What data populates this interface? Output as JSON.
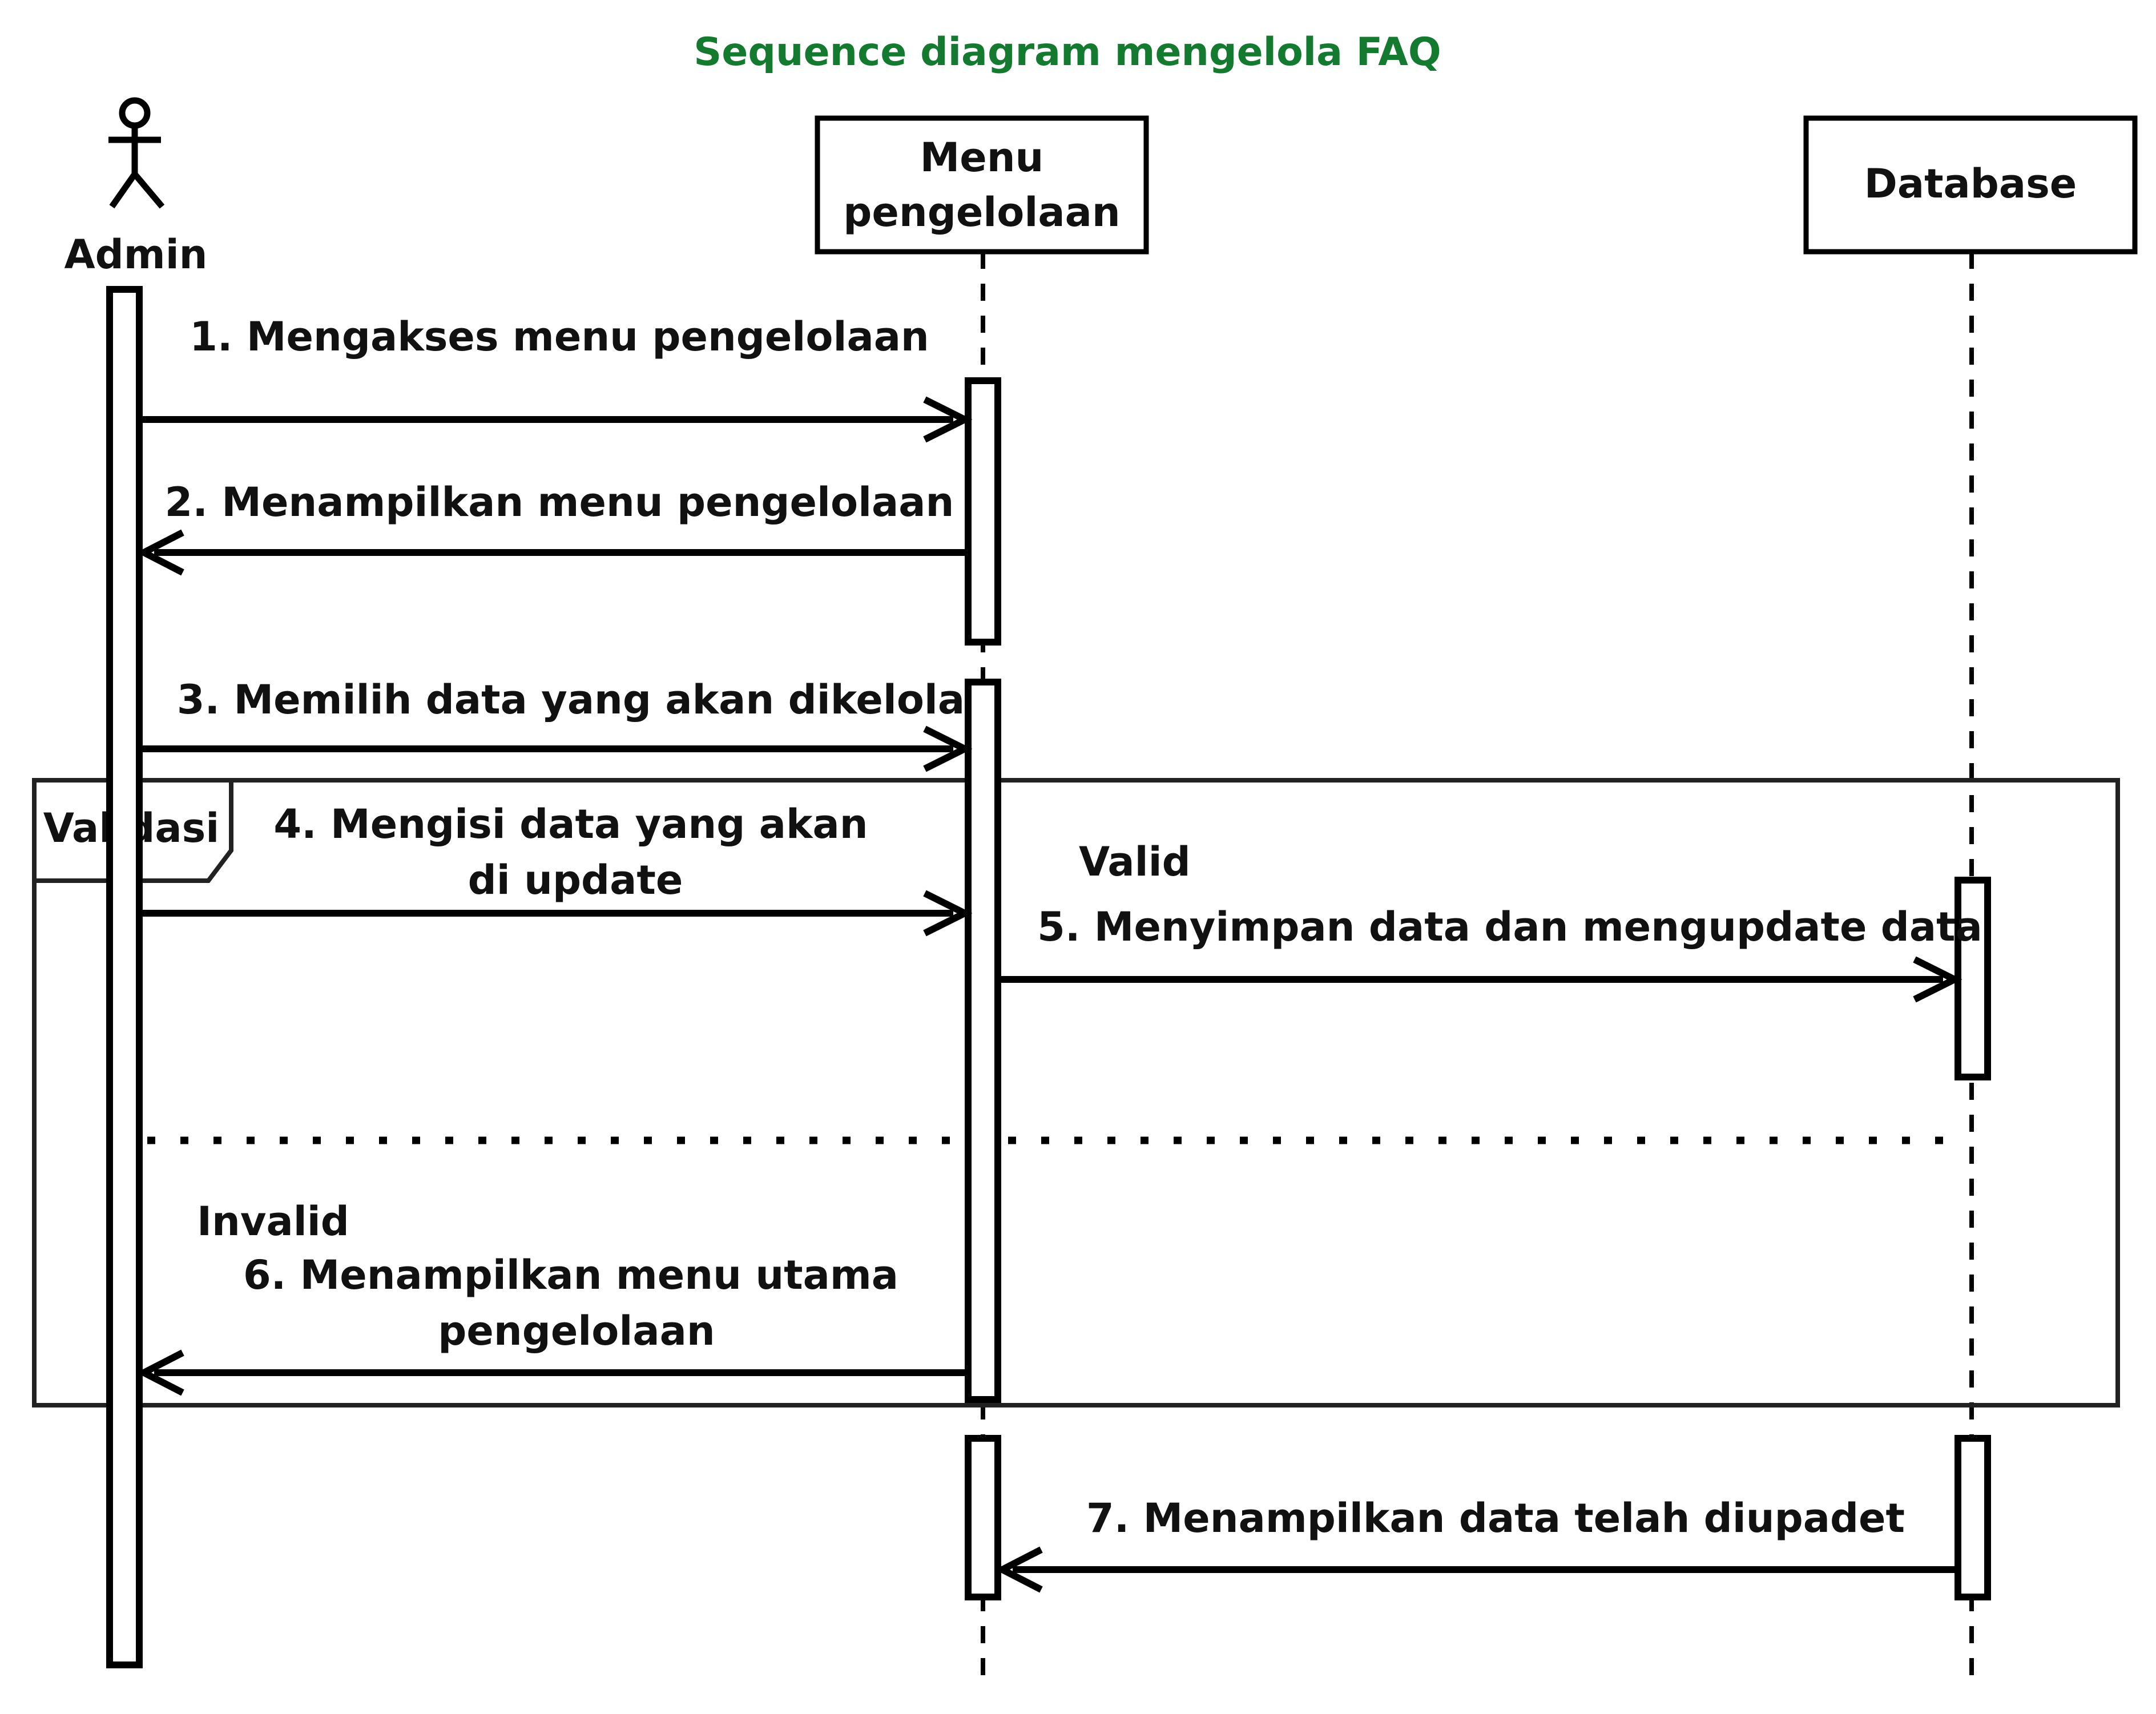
{
  "title": "Sequence diagram mengelola FAQ",
  "colors": {
    "title": "#137a2f",
    "stroke": "#000000",
    "background": "#ffffff"
  },
  "participants": [
    {
      "id": "admin",
      "type": "actor",
      "label": "Admin"
    },
    {
      "id": "menu",
      "type": "object",
      "label_lines": [
        "Menu",
        "pengelolaan"
      ]
    },
    {
      "id": "db",
      "type": "object",
      "label_lines": [
        "Database"
      ]
    }
  ],
  "fragment": {
    "operator": "Validasi",
    "conditions": [
      "Valid",
      "Invalid"
    ]
  },
  "messages": [
    {
      "number": 1,
      "from": "admin",
      "to": "menu",
      "lines": [
        "1. Mengakses menu pengelolaan"
      ]
    },
    {
      "number": 2,
      "from": "menu",
      "to": "admin",
      "lines": [
        "2. Menampilkan menu pengelolaan"
      ]
    },
    {
      "number": 3,
      "from": "admin",
      "to": "menu",
      "lines": [
        "3. Memilih data yang akan dikelola"
      ]
    },
    {
      "number": 4,
      "from": "admin",
      "to": "menu",
      "lines": [
        "4. Mengisi data yang akan",
        "di update"
      ]
    },
    {
      "number": 5,
      "from": "menu",
      "to": "db",
      "lines": [
        "5. Menyimpan data dan mengupdate data"
      ]
    },
    {
      "number": 6,
      "from": "menu",
      "to": "admin",
      "lines": [
        "6. Menampilkan menu utama",
        "pengelolaan"
      ]
    },
    {
      "number": 7,
      "from": "db",
      "to": "menu",
      "lines": [
        "7. Menampilkan data telah diupadet"
      ]
    }
  ]
}
